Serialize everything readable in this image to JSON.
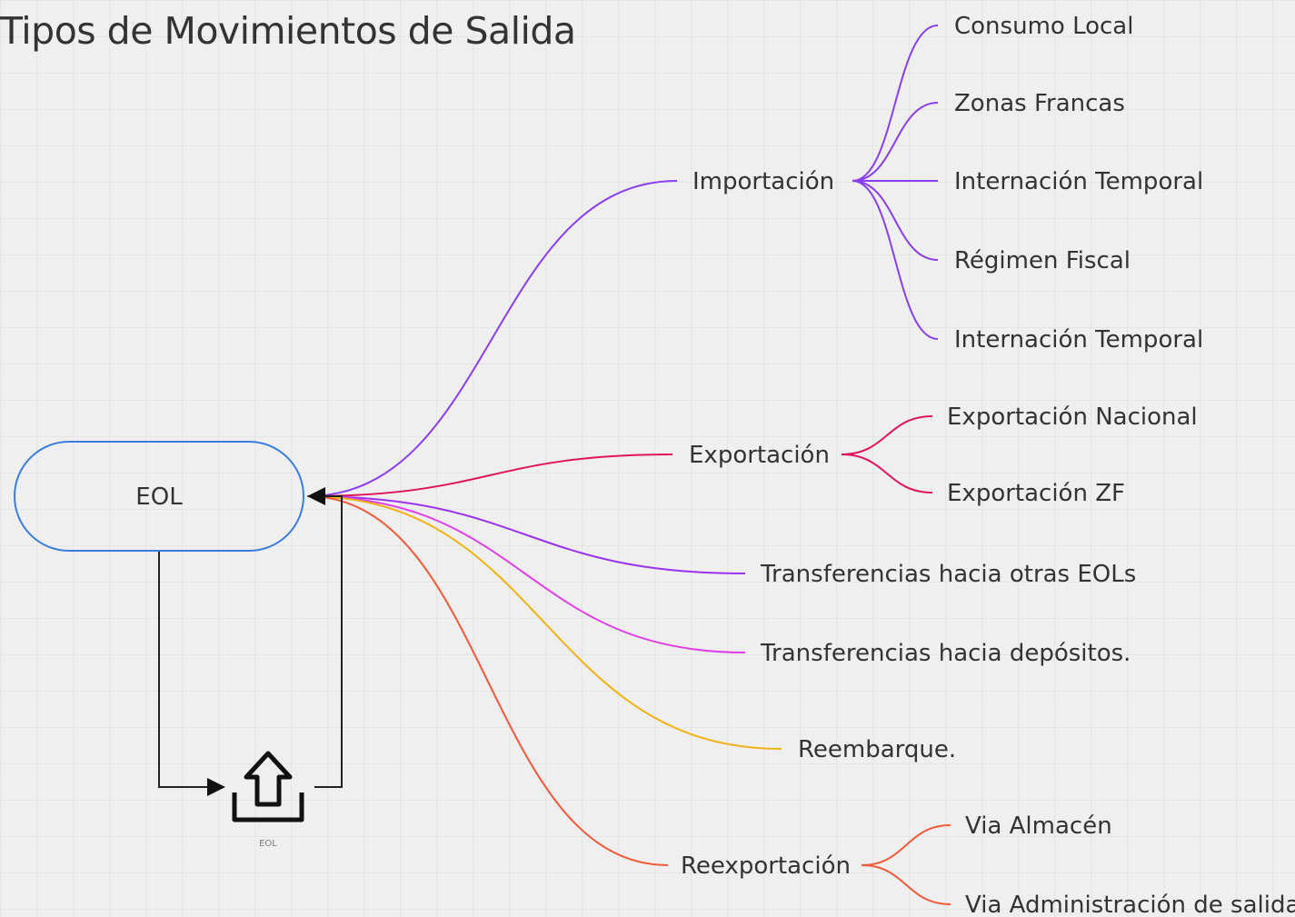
{
  "title": "Tipos de Movimientos de Salida",
  "root": {
    "label": "EOL",
    "border_color": "#3b7ddd"
  },
  "icon": {
    "name": "upload-tray-icon",
    "label": "EOL"
  },
  "branches": [
    {
      "label": "Importación",
      "color": "#8a3ef0",
      "children": [
        "Consumo Local",
        "Zonas Francas",
        "Internación Temporal",
        "Régimen Fiscal",
        "Internación Temporal"
      ]
    },
    {
      "label": "Exportación",
      "color": "#e0145e",
      "children": [
        "Exportación Nacional",
        "Exportación ZF"
      ]
    },
    {
      "label": "Transferencias hacia otras EOLs",
      "color": "#9b33ee",
      "children": []
    },
    {
      "label": "Transferencias hacia depósitos.",
      "color": "#e03ee6",
      "children": []
    },
    {
      "label": "Reembarque.",
      "color": "#f2b112",
      "children": []
    },
    {
      "label": "Reexportación",
      "color": "#f25a3a",
      "children": [
        "Via Almacén",
        "Via Administración de salida"
      ]
    }
  ]
}
